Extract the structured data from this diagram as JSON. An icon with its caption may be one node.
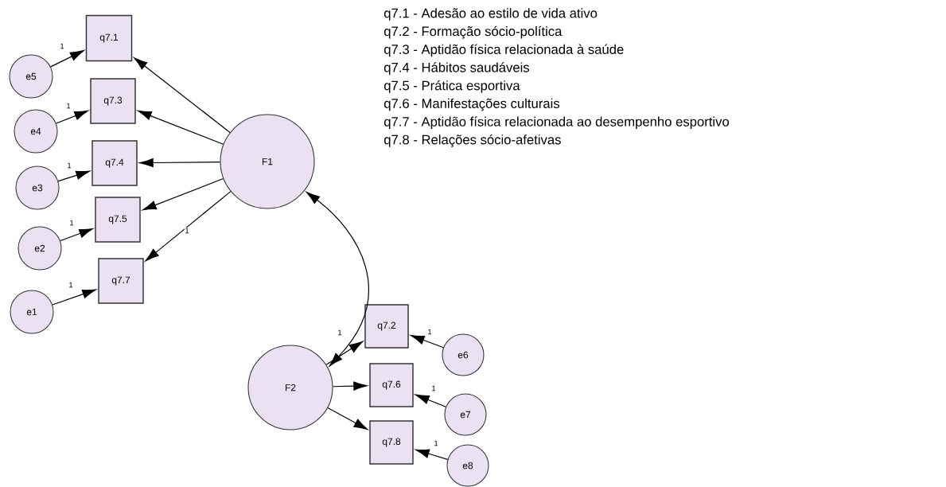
{
  "diagram": {
    "nodes": [
      {
        "text": [
          "q7.1"
        ]
      },
      {
        "text": [
          "q7.3"
        ]
      },
      {
        "text": [
          "q7.4"
        ]
      },
      {
        "text": [
          "q7.5"
        ]
      },
      {
        "text": [
          "q7.7"
        ]
      },
      {
        "text": [
          "e5"
        ]
      },
      {
        "text": [
          "e4"
        ]
      },
      {
        "text": [
          "e3"
        ]
      },
      {
        "text": [
          "e2"
        ]
      },
      {
        "text": [
          "e1"
        ]
      },
      {
        "text": [
          "F1"
        ]
      },
      {
        "text": [
          "q7.2"
        ]
      },
      {
        "text": [
          "q7.6"
        ]
      },
      {
        "text": [
          "q7.8"
        ]
      },
      {
        "text": [
          "F2"
        ]
      },
      {
        "text": [
          "e6"
        ]
      },
      {
        "text": [
          "e7"
        ]
      },
      {
        "text": [
          "e8"
        ]
      }
    ],
    "edges": [
      {
        "from": 5,
        "to": 0,
        "arrow": "to",
        "label": "1"
      },
      {
        "from": 6,
        "to": 1,
        "arrow": "to",
        "label": "1"
      },
      {
        "from": 7,
        "to": 2,
        "arrow": "to",
        "label": "1"
      },
      {
        "from": 8,
        "to": 3,
        "arrow": "to",
        "label": "1"
      },
      {
        "from": 9,
        "to": 4,
        "arrow": "to",
        "label": "1"
      },
      {
        "from": 10,
        "to": 0,
        "arrow": "to"
      },
      {
        "from": 10,
        "to": 1,
        "arrow": "to"
      },
      {
        "from": 10,
        "to": 2,
        "arrow": "to"
      },
      {
        "from": 10,
        "to": 3,
        "arrow": "to"
      },
      {
        "from": 10,
        "to": 4,
        "arrow": "to",
        "label": "1"
      },
      {
        "from": 14,
        "to": 11,
        "arrow": "to",
        "label": "1"
      },
      {
        "from": 14,
        "to": 12,
        "arrow": "to"
      },
      {
        "from": 14,
        "to": 13,
        "arrow": "to"
      },
      {
        "from": 15,
        "to": 11,
        "arrow": "to",
        "label": "1"
      },
      {
        "from": 16,
        "to": 12,
        "arrow": "to",
        "label": "1"
      },
      {
        "from": 17,
        "to": 13,
        "arrow": "to",
        "label": "1"
      },
      {
        "from": 10,
        "to": 14,
        "arrow": "both"
      }
    ],
    "labels": [
      "q7.1 - Adesão ao estilo de vida ativo",
      "q7.2 - Formação sócio-política",
      "q7.3 - Aptidão física relacionada à saúde",
      "q7.4 - Hábitos saudáveis",
      "q7.5 - Prática esportiva",
      "q7.6 - Manifestações culturais",
      "q7.7 - Aptidão física relacionada ao desempenho esportivo",
      "q7.8 - Relações sócio-afetivas"
    ]
  }
}
